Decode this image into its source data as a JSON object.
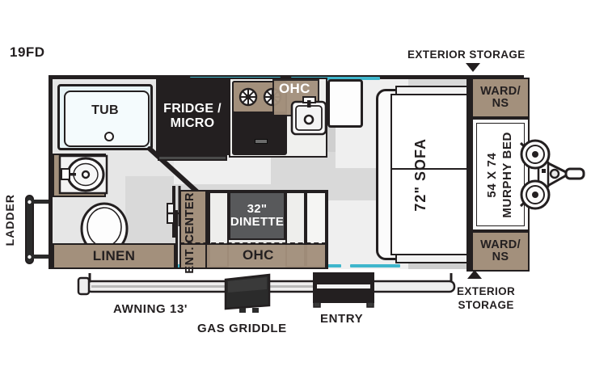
{
  "floorplan": {
    "model": "19FD",
    "type": "travel-trailer-floorplan"
  },
  "interior_labels": {
    "tub": "TUB",
    "fridge_micro": "FRIDGE /\nMICRO",
    "ohc_kitchen": "OHC",
    "linen": "LINEN",
    "ent_center": "ENT. CENTER",
    "dinette": "32\"\nDINETTE",
    "ohc_dinette": "OHC",
    "sofa": "72\" SOFA",
    "ward_ns_top": "WARD/ NS",
    "ward_ns_bottom": "WARD/ NS",
    "murphy_bed": "54 X 74\nMURPHY BED"
  },
  "exterior_labels": {
    "ladder": "LADDER",
    "awning": "AWNING 13'",
    "gas_griddle": "GAS GRIDDLE",
    "entry": "ENTRY",
    "exterior_storage_top": "EXTERIOR STORAGE",
    "exterior_storage_bottom": "EXTERIOR\nSTORAGE"
  },
  "colors": {
    "outline": "#231f20",
    "cabinet_tan": "#a3907c",
    "cabinet_dark": "#231f20",
    "floor": "#d9d9d9",
    "window_teal": "#3fb6cc",
    "tub_blue": "#e8f4f7",
    "white": "#ffffff"
  },
  "icons": {
    "arrow_down": "triangle-down-icon",
    "arrow_up": "triangle-up-icon",
    "stove_burner": "burner-icon",
    "sink": "sink-icon",
    "toilet": "toilet-icon",
    "lavatory": "lavatory-sink-icon",
    "propane": "propane-tank-icon",
    "hitch": "a-frame-hitch-icon",
    "ladder": "ladder-icon"
  }
}
